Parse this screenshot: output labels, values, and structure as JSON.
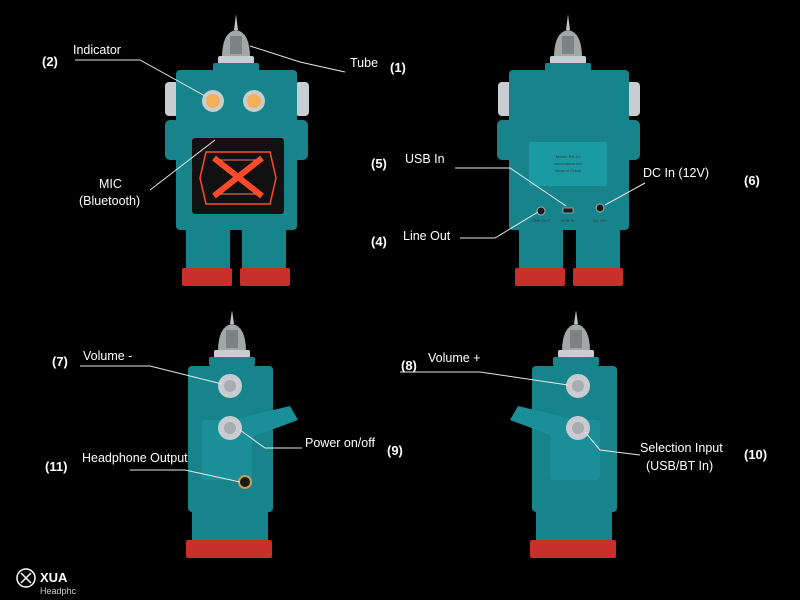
{
  "labels": {
    "tube": "Tube",
    "tube_num": "(1)",
    "indicator": "Indicator",
    "indicator_num": "(2)",
    "mic_line1": "MIC",
    "mic_line2": "(Bluetooth)",
    "usb_in": "USB In",
    "usb_num": "(5)",
    "dc_in": "DC In (12V)",
    "dc_num": "(6)",
    "line_out": "Line Out",
    "line_out_num": "(4)",
    "volume_minus": "Volume -",
    "volume_minus_num": "(7)",
    "volume_plus": "Volume +",
    "volume_plus_num": "(8)",
    "power": "Power on/off",
    "power_num": "(9)",
    "selection_line1": "Selection Input",
    "selection_line2": "(USB/BT In)",
    "selection_num": "(10)",
    "headphone": "Headphone Output",
    "headphone_num": "(11)"
  },
  "rear_panel": {
    "plate_lines": [
      "Model: RH-01",
      "www.xduoo.net",
      "Made in China"
    ],
    "port_line_out": "LINE OUT",
    "port_usb": "USB IN",
    "port_dc": "DC 12V"
  },
  "brand": {
    "logo_text": "XUA",
    "logo_sub": "Headphc"
  },
  "colors": {
    "teal": "#17848c",
    "feet": "#c9302c",
    "indicator": "#f2b05a",
    "screen_glow": "#ff4a2a"
  }
}
